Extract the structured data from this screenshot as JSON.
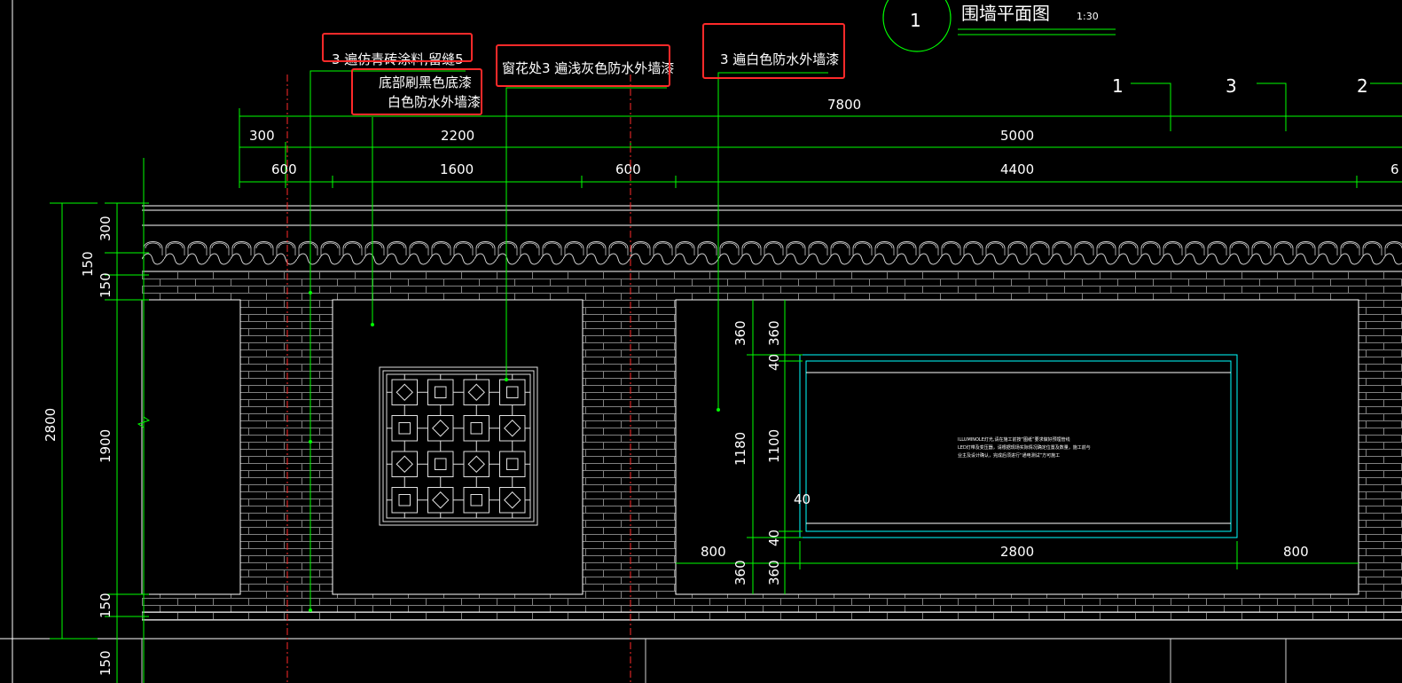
{
  "title": {
    "number": "1",
    "text": "围墙平面图",
    "scale": "1:30"
  },
  "annotations": [
    {
      "id": "note-brick",
      "text": "3 遍仿青砖涂料,留缝5"
    },
    {
      "id": "note-base",
      "line1": "底部刷黑色底漆",
      "line2": "白色防水外墙漆"
    },
    {
      "id": "note-window",
      "text": "窗花处3 遍浅灰色防水外墙漆"
    },
    {
      "id": "note-white",
      "text": "3 遍白色防水外墙漆"
    }
  ],
  "grid_markers": [
    "1",
    "3",
    "2"
  ],
  "top_dims": {
    "overall": "7800",
    "row1": [
      "300",
      "2200",
      "5000"
    ],
    "row2": [
      "600",
      "1600",
      "600",
      "4400",
      "6"
    ]
  },
  "left_dims": {
    "total": "2800",
    "segments": [
      "300",
      "150",
      "150",
      "1900",
      "150",
      "150"
    ]
  },
  "panel_dims": {
    "left_col": [
      "360",
      "1180",
      "360"
    ],
    "right_col": [
      "360",
      "40",
      "1100",
      "40",
      "360"
    ],
    "inner_40": "40",
    "bottom": [
      "800",
      "2800",
      "800"
    ]
  },
  "panel_text": [
    "ILLUMINOLE灯光,请在施工前按“图纸”要求做好预埋管线",
    "LED灯带及变压器，请根据现场实际情况确定位置及数量，施工前与",
    "业主及设计确认，完成后须进行“通电测试”方可施工"
  ],
  "colors": {
    "green": "#00ff00",
    "red": "#ff2a2a",
    "cyan": "#00ffff",
    "white": "#ffffff",
    "gray": "#9a9a9a"
  }
}
